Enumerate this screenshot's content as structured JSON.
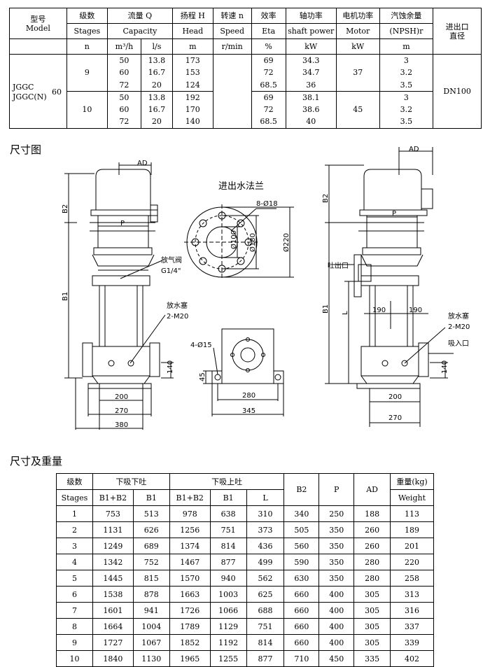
{
  "performance": {
    "headers": [
      {
        "cn": "型号",
        "en": "Model"
      },
      {
        "cn": "级数",
        "en": "Stages",
        "unit": "n"
      },
      {
        "cn": "流量 Q",
        "en": "Capacity",
        "unit1": "m³/h",
        "unit2": "l/s"
      },
      {
        "cn": "扬程 H",
        "en": "Head",
        "unit": "m"
      },
      {
        "cn": "转速 n",
        "en": "Speed",
        "unit": "r/min"
      },
      {
        "cn": "效率",
        "en": "Eta",
        "unit": "%"
      },
      {
        "cn": "轴功率",
        "en": "shaft power",
        "unit": "kW"
      },
      {
        "cn": "电机功率",
        "en": "Motor",
        "unit": "kW"
      },
      {
        "cn": "汽蚀余量",
        "en": "(NPSH)r",
        "unit": "m"
      },
      {
        "cn": "进出口",
        "cn2": "直径"
      }
    ],
    "model": "JGGC\nJGGC(N)",
    "model_suffix": "60",
    "outlet": "DN100",
    "groups": [
      {
        "stages": "9",
        "q_m3h": [
          "50",
          "60",
          "72"
        ],
        "q_ls": [
          "13.8",
          "16.7",
          "20"
        ],
        "head": [
          "173",
          "153",
          "124"
        ],
        "eta": [
          "69",
          "72",
          "68.5"
        ],
        "shaft": [
          "34.3",
          "34.7",
          "36"
        ],
        "motor": "37",
        "npsh": [
          "3",
          "3.2",
          "3.5"
        ]
      },
      {
        "stages": "10",
        "q_m3h": [
          "50",
          "60",
          "72"
        ],
        "q_ls": [
          "13.8",
          "16.7",
          "20"
        ],
        "head": [
          "192",
          "170",
          "140"
        ],
        "eta": [
          "69",
          "72",
          "68.5"
        ],
        "shaft": [
          "38.1",
          "38.6",
          "40"
        ],
        "motor": "45",
        "npsh": [
          "3",
          "3.2",
          "3.5"
        ]
      }
    ]
  },
  "section1": "尺寸图",
  "section2": "尺寸及重量",
  "drawing": {
    "flange_title": "进出水法兰",
    "bolt_holes": "8-Ø18",
    "d100": "Ø100",
    "d180": "Ø180",
    "d220": "Ø220",
    "vent_cn": "放气阀",
    "vent_spec": "G1/4\"",
    "drain_cn": "放水塞",
    "drain_spec": "2-M20",
    "base_holes": "4-Ø15",
    "outlet_cn": "吐出口",
    "inlet_cn": "吸入口",
    "labels": {
      "AD": "AD",
      "P": "P",
      "B1": "B1",
      "B2": "B2",
      "L": "L"
    },
    "dims": {
      "d140": "140",
      "d200": "200",
      "d270": "270",
      "d380": "380",
      "d45": "45",
      "d280": "280",
      "d345": "345",
      "d190a": "190",
      "d190b": "190"
    }
  },
  "dimensions": {
    "head_row1": [
      "级数",
      "下吸下吐",
      "下吸上吐",
      "B2",
      "P",
      "AD",
      "重量(kg)"
    ],
    "head_row2": [
      "Stages",
      "B1+B2",
      "B1",
      "B1+B2",
      "B1",
      "L",
      "Weight"
    ],
    "rows": [
      [
        "1",
        "753",
        "513",
        "978",
        "638",
        "310",
        "340",
        "250",
        "188",
        "113"
      ],
      [
        "2",
        "1131",
        "626",
        "1256",
        "751",
        "373",
        "505",
        "350",
        "260",
        "189"
      ],
      [
        "3",
        "1249",
        "689",
        "1374",
        "814",
        "436",
        "560",
        "350",
        "260",
        "201"
      ],
      [
        "4",
        "1342",
        "752",
        "1467",
        "877",
        "499",
        "590",
        "350",
        "280",
        "220"
      ],
      [
        "5",
        "1445",
        "815",
        "1570",
        "940",
        "562",
        "630",
        "350",
        "280",
        "258"
      ],
      [
        "6",
        "1538",
        "878",
        "1663",
        "1003",
        "625",
        "660",
        "400",
        "305",
        "313"
      ],
      [
        "7",
        "1601",
        "941",
        "1726",
        "1066",
        "688",
        "660",
        "400",
        "305",
        "316"
      ],
      [
        "8",
        "1664",
        "1004",
        "1789",
        "1129",
        "751",
        "660",
        "400",
        "305",
        "337"
      ],
      [
        "9",
        "1727",
        "1067",
        "1852",
        "1192",
        "814",
        "660",
        "400",
        "305",
        "339"
      ],
      [
        "10",
        "1840",
        "1130",
        "1965",
        "1255",
        "877",
        "710",
        "450",
        "335",
        "402"
      ]
    ]
  }
}
